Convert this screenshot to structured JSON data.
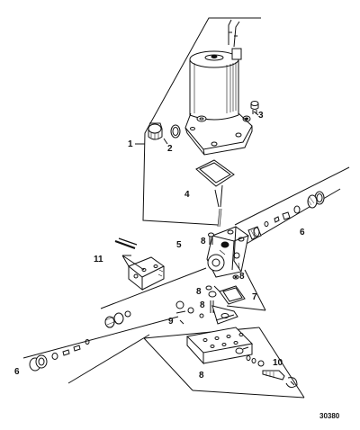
{
  "diagram": {
    "callouts": {
      "c1": "1",
      "c2": "2",
      "c3": "3",
      "c4": "4",
      "c5": "5",
      "c6a": "6",
      "c6b": "6",
      "c7": "7",
      "c8a": "8",
      "c8b": "8",
      "c8c": "8",
      "c8d": "8",
      "c8e": "8",
      "c9": "9",
      "c10": "10",
      "c11": "11"
    },
    "figure_code": "30380"
  }
}
